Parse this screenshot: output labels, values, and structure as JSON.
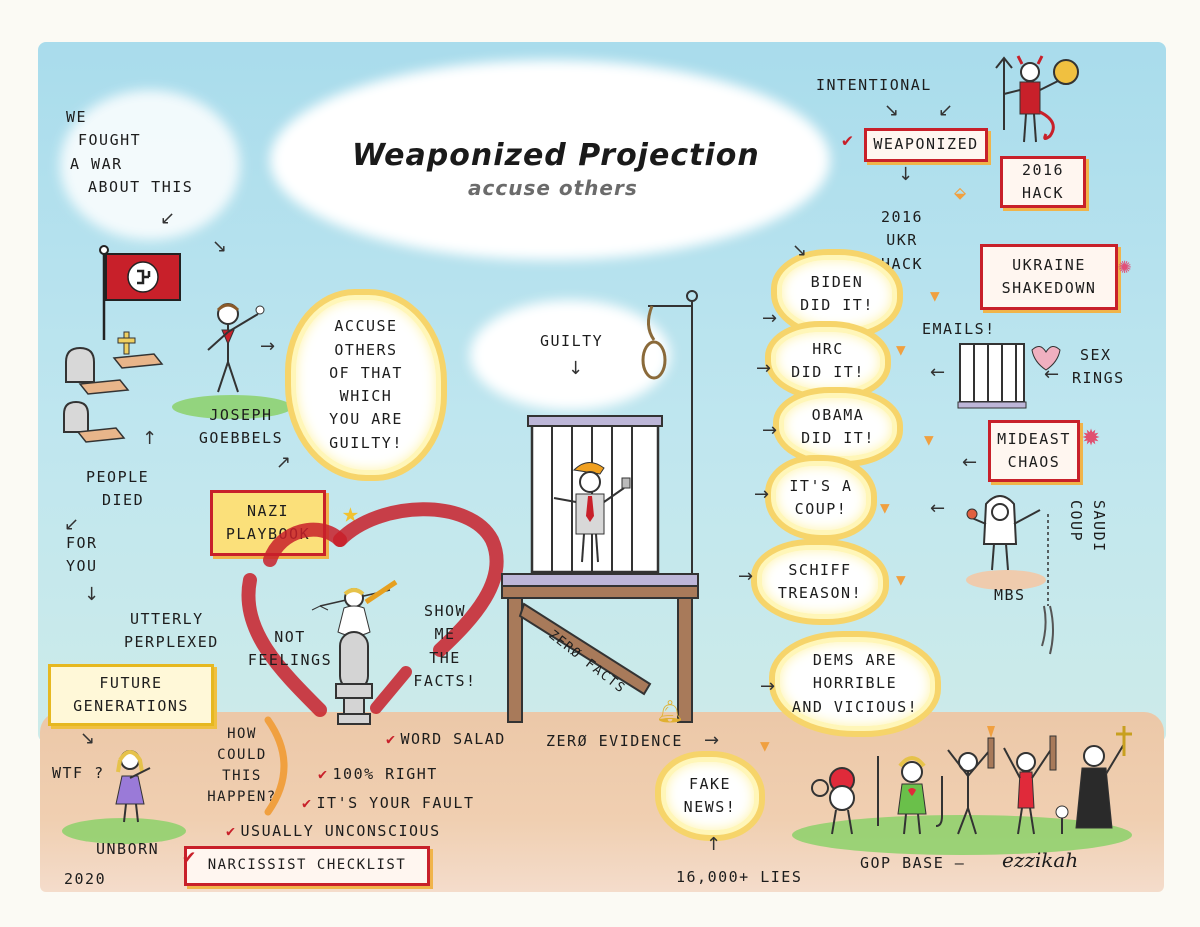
{
  "title": "Weaponized Projection",
  "subtitle": "accuse others",
  "left": {
    "war_note": [
      "WE",
      "FOUGHT",
      "A WAR",
      "ABOUT THIS"
    ],
    "goebbels": [
      "JOSEPH",
      "GOEBBELS"
    ],
    "accuse_bubble": [
      "ACCUSE",
      "OTHERS",
      "OF THAT",
      "WHICH",
      "YOU ARE",
      "GUILTY!"
    ],
    "people_died": [
      "PEOPLE",
      "DIED"
    ],
    "for_you": [
      "FOR",
      "YOU"
    ],
    "nazi_playbook": [
      "NAZI",
      "PLAYBOOK"
    ],
    "utterly_perplexed": [
      "UTTERLY",
      "PERPLEXED"
    ],
    "future_generations": [
      "FUTURE",
      "GENERATIONS"
    ],
    "wtf": "WTF ?",
    "unborn": "UNBORN",
    "how_could": [
      "HOW",
      "COULD",
      "THIS",
      "HAPPEN?"
    ],
    "year": "2020"
  },
  "center": {
    "not_feelings": [
      "NOT",
      "FEELINGS"
    ],
    "show_facts": [
      "SHOW",
      "ME",
      "THE",
      "FACTS!"
    ],
    "guilty": "GUILTY",
    "zero_facts": "ZERØ FACTS",
    "word_salad": "WORD SALAD",
    "zero_evidence": "ZERØ EVIDENCE",
    "checklist": [
      "100% RIGHT",
      "IT'S YOUR FAULT",
      "USUALLY UNCONSCIOUS"
    ],
    "narcissist_checklist": "NARCISSIST CHECKLIST",
    "fake_news": [
      "FAKE",
      "NEWS!"
    ],
    "lies": "16,000+ LIES"
  },
  "right": {
    "intentional": "INTENTIONAL",
    "weaponized": "WEAPONIZED",
    "hack_2016": [
      "2016",
      "HACK"
    ],
    "ukr_hack": [
      "2016",
      "UKR",
      "HACK"
    ],
    "ukraine_shakedown": [
      "UKRAINE",
      "SHAKEDOWN"
    ],
    "emails": "EMAILS!",
    "sex_rings": [
      "SEX",
      "RINGS"
    ],
    "mideast_chaos": [
      "MIDEAST",
      "CHAOS"
    ],
    "mbs": "MbS",
    "saudi_coup": "SAUDI COUP",
    "gop_base": "GOP BASE —",
    "signature": "ezzikah",
    "bubbles": [
      [
        "BIDEN",
        "DID IT!"
      ],
      [
        "HRC",
        "DID IT!"
      ],
      [
        "OBAMA",
        "DID IT!"
      ],
      [
        "IT'S A",
        "COUP!"
      ],
      [
        "SCHIFF",
        "TREASON!"
      ],
      [
        "DEMS ARE",
        "HORRIBLE",
        "AND VICIOUS!"
      ]
    ]
  },
  "colors": {
    "red": "#c8202a",
    "yellow": "#f6d46a",
    "orange": "#f0a040",
    "sky": "#bfe6ef",
    "ground": "#efcbad"
  }
}
